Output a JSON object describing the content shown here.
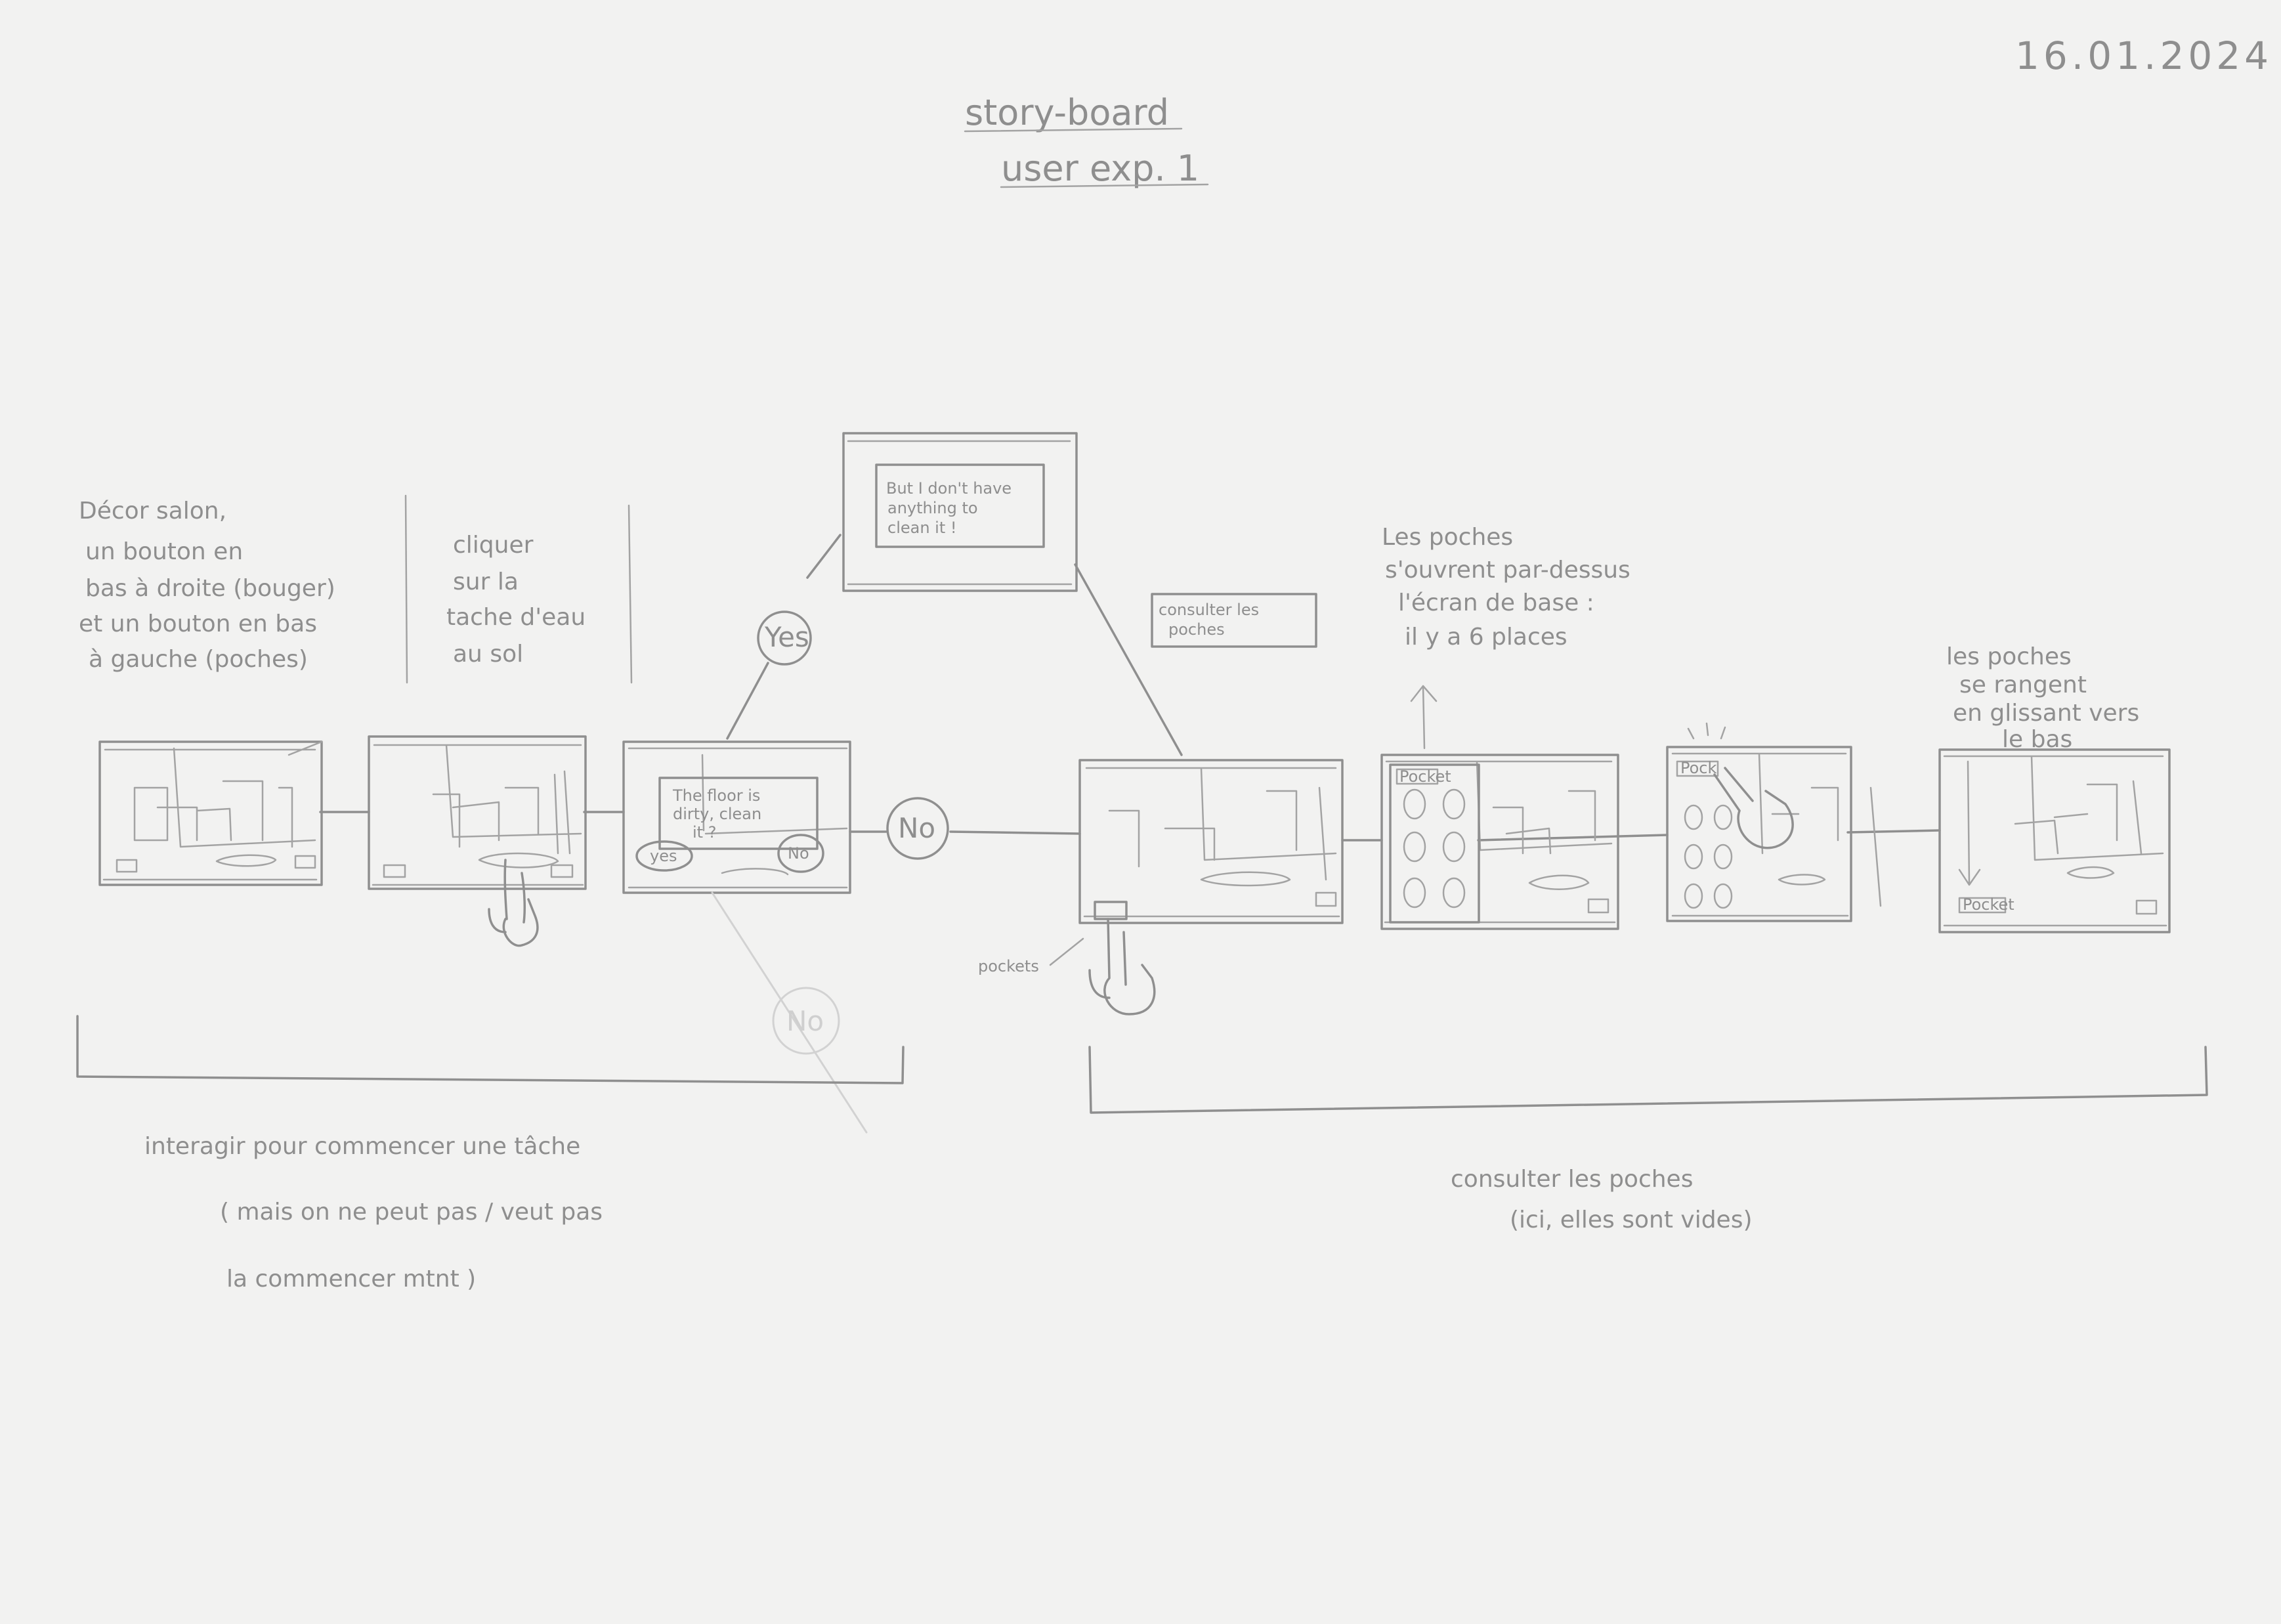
{
  "date": "16.01.2024",
  "title": {
    "line1": "story-board",
    "line2": "user exp. 1"
  },
  "notes": {
    "decor": [
      "Décor salon,",
      "un bouton en",
      "bas à droite (bouger)",
      "et un bouton en bas",
      "à gauche (poches)"
    ],
    "click": [
      "cliquer",
      "sur la",
      "tache d'eau",
      "au sol"
    ],
    "popup_question": [
      "The floor is",
      "dirty, clean",
      "it ?"
    ],
    "popup_answer": [
      "But I don't have",
      "anything to",
      "clean it !"
    ],
    "consult_box": [
      "consulter les",
      "poches"
    ],
    "pockets_open": [
      "Les poches",
      "s'ouvrent par-dessus",
      "l'écran de base :",
      "il y a 6 places"
    ],
    "pockets_store": [
      "les poches",
      "se rangent",
      "en glissant vers",
      "le bas"
    ],
    "pockets_label": "pockets"
  },
  "choices": {
    "yes_bubble": "Yes",
    "no_bubble": "No",
    "no_faint": "No",
    "yes_button": "yes",
    "no_button": "No"
  },
  "ui_labels": {
    "pocket_tab": "Pocket",
    "pocket_tab_short": "Pock",
    "pocket_tab_closed": "Pocket"
  },
  "sections": {
    "left_caption": [
      "interagir pour commencer une tâche",
      "( mais on ne peut pas / veut pas",
      "la commencer mtnt )"
    ],
    "right_caption": [
      "consulter les poches",
      "(ici, elles sont vides)"
    ]
  }
}
